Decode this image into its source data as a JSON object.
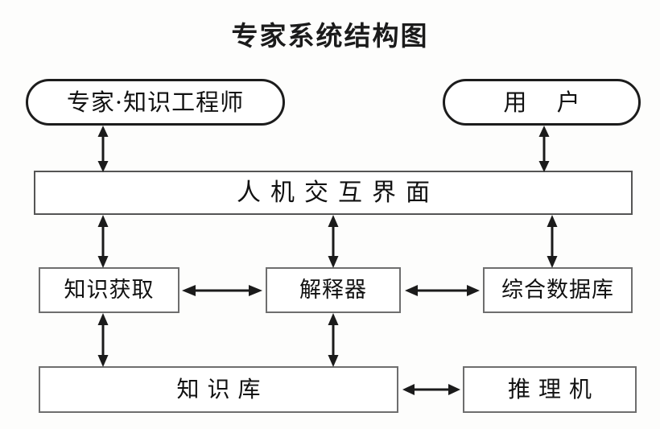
{
  "title": "专家系统结构图",
  "diagram": {
    "type": "block-diagram",
    "nodes": [
      {
        "id": "expert",
        "label": "专家·知识工程师",
        "shape": "stadium",
        "row": 1
      },
      {
        "id": "user",
        "label": "用 户",
        "shape": "stadium",
        "row": 1
      },
      {
        "id": "interface",
        "label": "人机交互界面",
        "shape": "rect",
        "row": 2
      },
      {
        "id": "knowledge-acquisition",
        "label": "知识获取",
        "shape": "rect",
        "row": 3
      },
      {
        "id": "interpreter",
        "label": "解释器",
        "shape": "rect",
        "row": 3
      },
      {
        "id": "database",
        "label": "综合数据库",
        "shape": "rect",
        "row": 3
      },
      {
        "id": "knowledge-base",
        "label": "知识库",
        "shape": "rect",
        "row": 4
      },
      {
        "id": "inference-engine",
        "label": "推理机",
        "shape": "rect",
        "row": 4
      }
    ],
    "edges": [
      {
        "from": "expert",
        "to": "interface",
        "direction": "both",
        "orientation": "vertical"
      },
      {
        "from": "user",
        "to": "interface",
        "direction": "both",
        "orientation": "vertical"
      },
      {
        "from": "interface",
        "to": "knowledge-acquisition",
        "direction": "both",
        "orientation": "vertical"
      },
      {
        "from": "interface",
        "to": "interpreter",
        "direction": "both",
        "orientation": "vertical"
      },
      {
        "from": "interface",
        "to": "database",
        "direction": "both",
        "orientation": "vertical"
      },
      {
        "from": "knowledge-acquisition",
        "to": "knowledge-base",
        "direction": "both",
        "orientation": "vertical"
      },
      {
        "from": "interpreter",
        "to": "knowledge-base",
        "direction": "both",
        "orientation": "vertical"
      },
      {
        "from": "knowledge-acquisition",
        "to": "interpreter",
        "direction": "both",
        "orientation": "horizontal"
      },
      {
        "from": "interpreter",
        "to": "database",
        "direction": "both",
        "orientation": "horizontal"
      },
      {
        "from": "knowledge-base",
        "to": "inference-engine",
        "direction": "both",
        "orientation": "horizontal"
      }
    ],
    "colors": {
      "background": "#fdfdfc",
      "stadium_border": "#1c1c1c",
      "rect_border": "#6e6e6e",
      "text": "#111111",
      "arrow": "#1b1b1b"
    }
  }
}
